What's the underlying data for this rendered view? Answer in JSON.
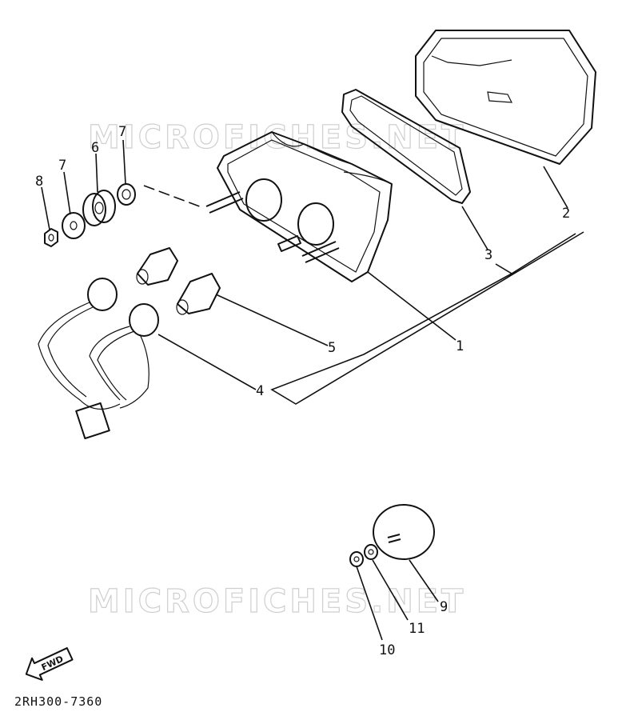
{
  "watermark": "MICROFICHES.NET",
  "callouts": {
    "n1": "1",
    "n2": "2",
    "n3": "3",
    "n4": "4",
    "n5": "5",
    "n6": "6",
    "n7a": "7",
    "n7b": "7",
    "n8": "8",
    "n9": "9",
    "n10": "10",
    "n11": "11"
  },
  "fwd_label": "FWD",
  "diagram_code": "2RH300-7360"
}
